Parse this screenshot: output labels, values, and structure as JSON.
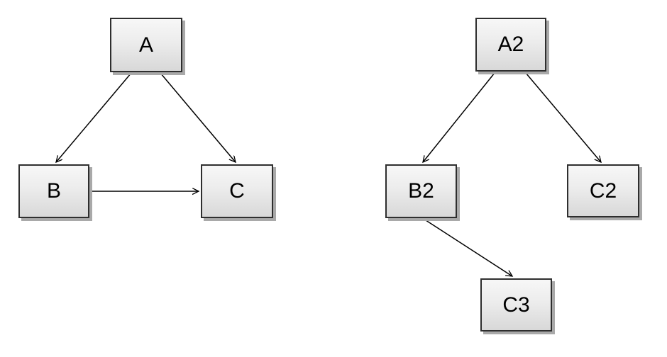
{
  "diagram": {
    "background_color": "#ffffff",
    "colors": {
      "node_fill_top": "#f7f7f7",
      "node_fill_bottom": "#d8d8d8",
      "node_border": "#2e2e2e",
      "node_shadow": "#a9a9a9",
      "edge": "#000000",
      "text": "#000000"
    },
    "graphs": [
      {
        "name": "left-graph",
        "nodes": [
          {
            "id": "A",
            "label": "A"
          },
          {
            "id": "B",
            "label": "B"
          },
          {
            "id": "C",
            "label": "C"
          }
        ],
        "edges": [
          {
            "from": "A",
            "to": "B"
          },
          {
            "from": "A",
            "to": "C"
          },
          {
            "from": "B",
            "to": "C"
          }
        ]
      },
      {
        "name": "right-graph",
        "nodes": [
          {
            "id": "A2",
            "label": "A2"
          },
          {
            "id": "B2",
            "label": "B2"
          },
          {
            "id": "C2",
            "label": "C2"
          },
          {
            "id": "C3",
            "label": "C3"
          }
        ],
        "edges": [
          {
            "from": "A2",
            "to": "B2"
          },
          {
            "from": "A2",
            "to": "C2"
          },
          {
            "from": "B2",
            "to": "C3"
          }
        ]
      }
    ]
  }
}
